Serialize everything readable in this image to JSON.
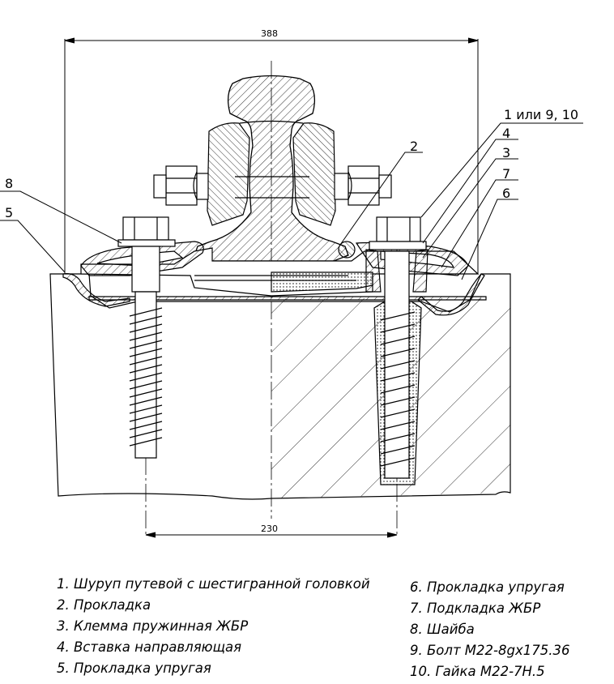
{
  "dimensions": {
    "top_width": "388",
    "bottom_width": "230"
  },
  "callouts": {
    "c1": "1 или 9, 10",
    "c4": "4",
    "c3": "3",
    "c7": "7",
    "c6": "6",
    "c2": "2",
    "c8": "8",
    "c5": "5"
  },
  "legend": {
    "left": [
      "1. Шуруп путевой с шестигранной головкой",
      "2. Прокладка",
      "3. Клемма пружинная ЖБР",
      "4. Вставка направляющая",
      "5. Прокладка упругая"
    ],
    "right": [
      "6. Прокладка упругая",
      "7. Подкладка ЖБР",
      "8. Шайба",
      "9. Болт М22-8gх175.36",
      "10. Гайка М22-7Н.5"
    ]
  }
}
